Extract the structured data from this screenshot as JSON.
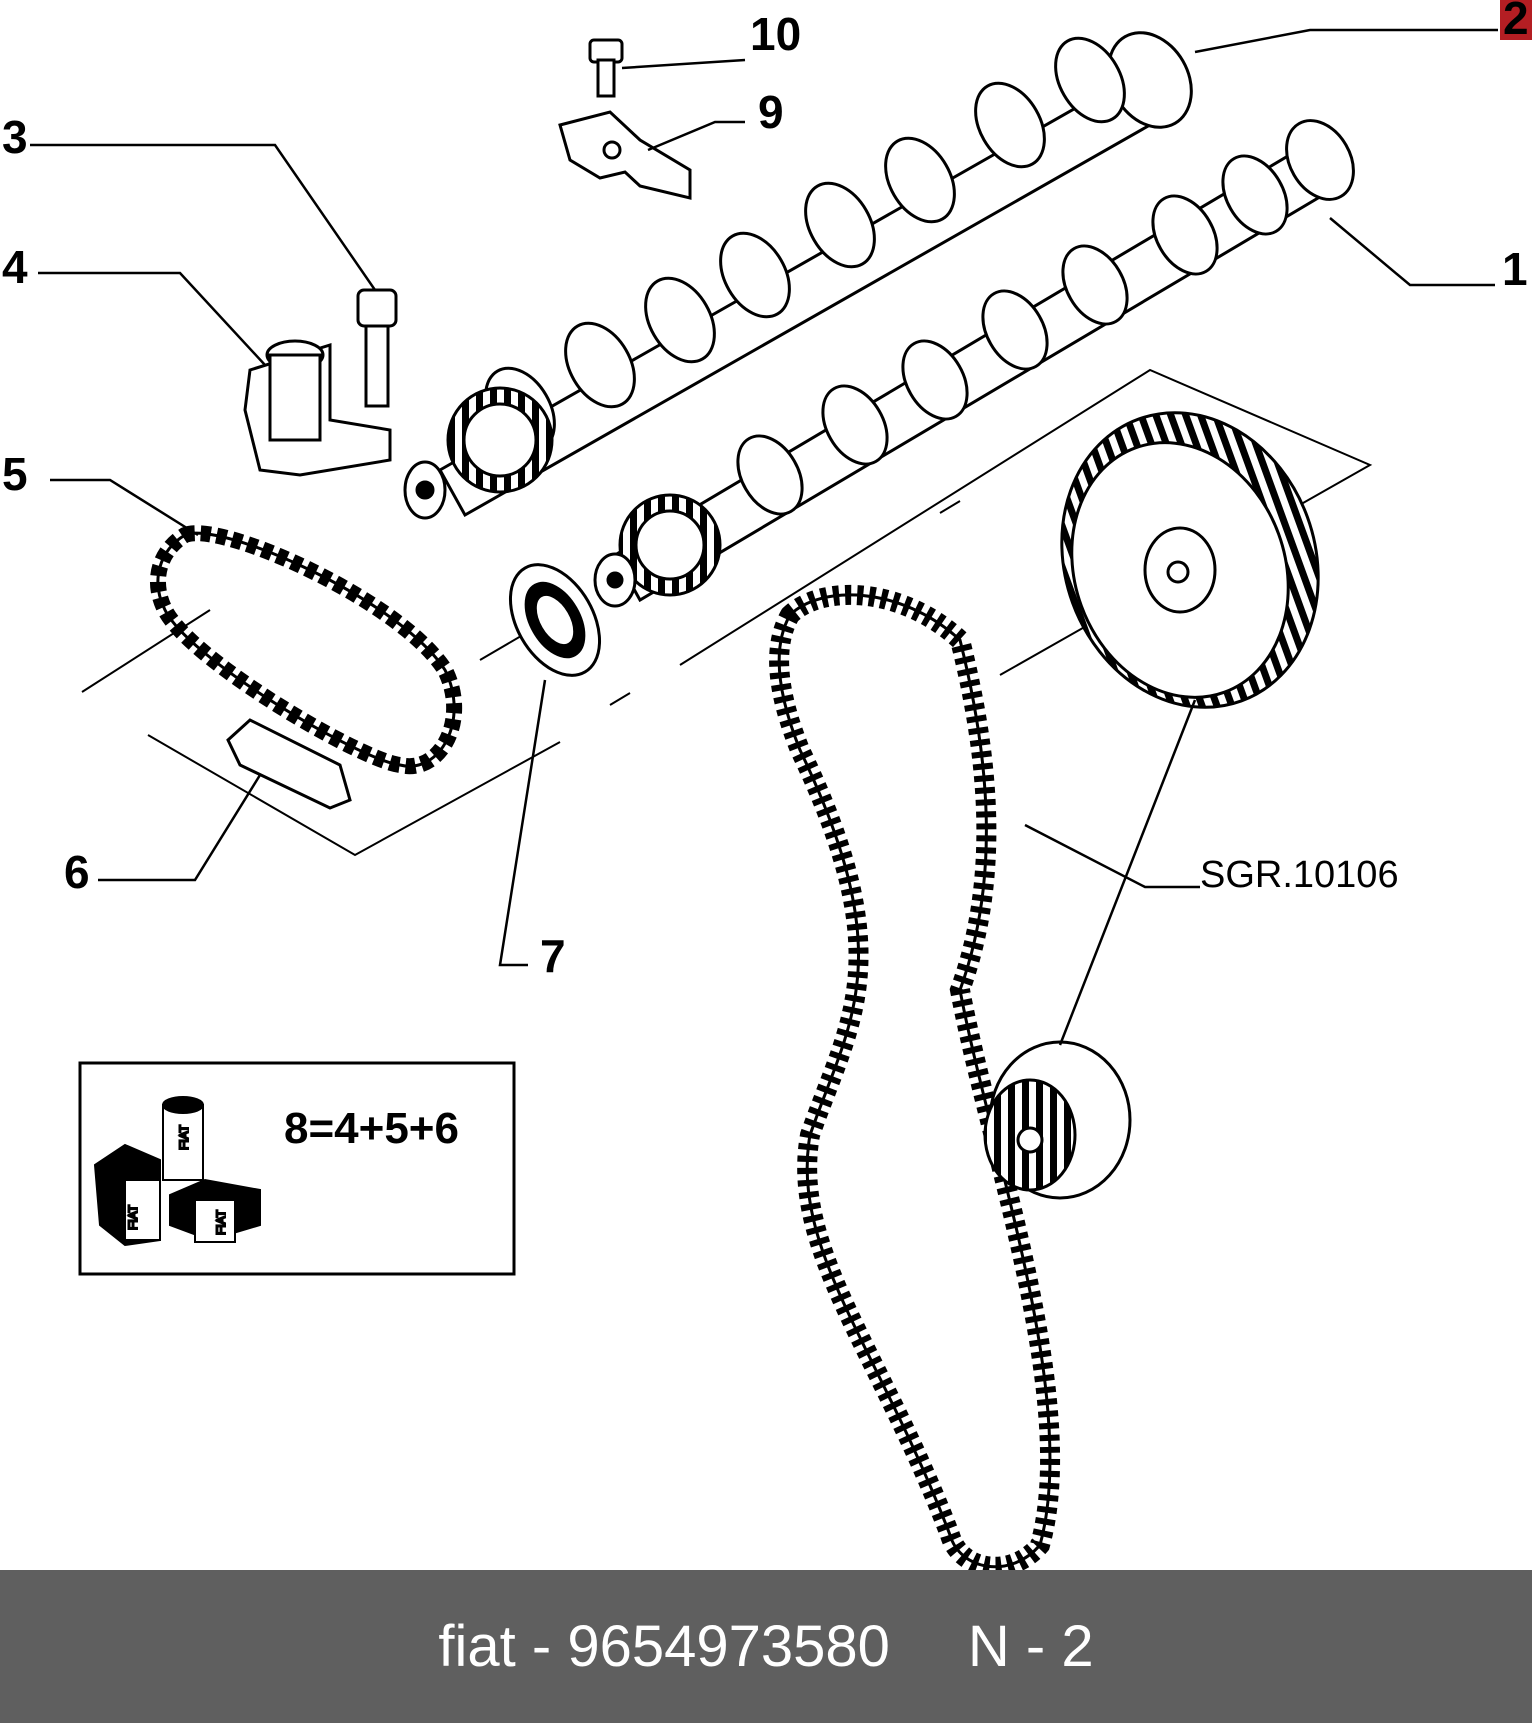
{
  "callouts": {
    "c1": "1",
    "c2": "2",
    "c3": "3",
    "c4": "4",
    "c5": "5",
    "c6": "6",
    "c7": "7",
    "c9": "9",
    "c10": "10"
  },
  "reference_code": "SGR.10106",
  "kit": {
    "formula": "8=4+5+6",
    "brand_mark": "FIAT"
  },
  "footer": {
    "brand_part": "fiat - 9654973580",
    "position": "N - 2"
  },
  "colors": {
    "footer_bg": "#5f5f5f",
    "highlight": "#b41e23"
  }
}
